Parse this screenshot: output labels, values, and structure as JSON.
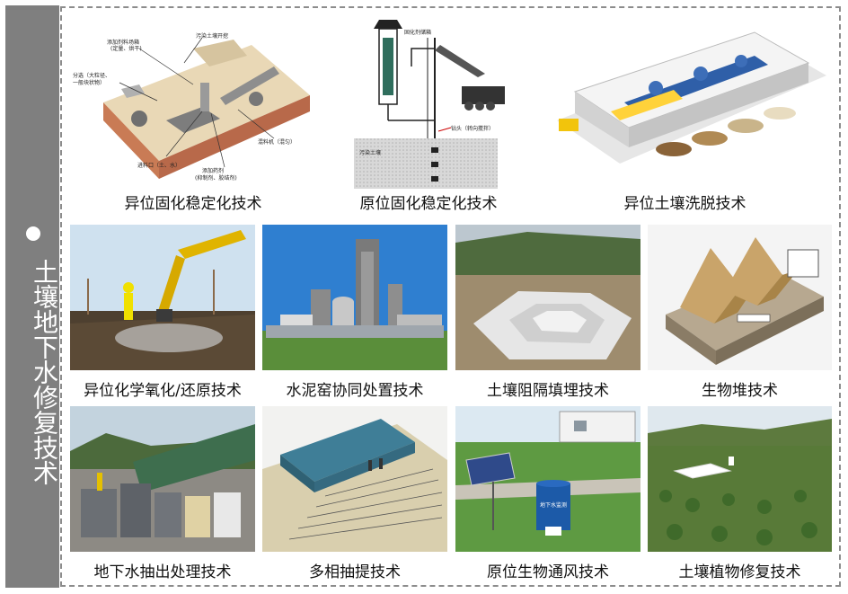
{
  "sidebar": {
    "title": "土壤地下水修复技术"
  },
  "row1": [
    {
      "caption": "异位固化稳定化技术",
      "labels": [
        "污染土壤开挖",
        "添加剂料场箱",
        "(定量、烘干)",
        "分选（大粒径、",
        "一般块状物）",
        "进料口（土、水）",
        "混料机（混匀）",
        "添加药剂",
        "(抑制剂、胶结剂)"
      ]
    },
    {
      "caption": "原位固化稳定化技术",
      "labels": [
        "固化剂储箱",
        "钻头（转向搅拌）",
        "污染土壤"
      ]
    },
    {
      "caption": "异位土壤洗脱技术",
      "labels": []
    }
  ],
  "row2": [
    {
      "caption": "异位化学氧化/还原技术",
      "labels": []
    },
    {
      "caption": "水泥窑协同处置技术",
      "labels": []
    },
    {
      "caption": "土壤阻隔填埋技术",
      "labels": []
    },
    {
      "caption": "生物堆技术",
      "labels": []
    }
  ],
  "row3": [
    {
      "caption": "地下水抽出处理技术",
      "labels": []
    },
    {
      "caption": "多相抽提技术",
      "labels": []
    },
    {
      "caption": "原位生物通风技术",
      "labels": [
        "地下水监测"
      ]
    },
    {
      "caption": "土壤植物修复技术",
      "labels": []
    }
  ]
}
